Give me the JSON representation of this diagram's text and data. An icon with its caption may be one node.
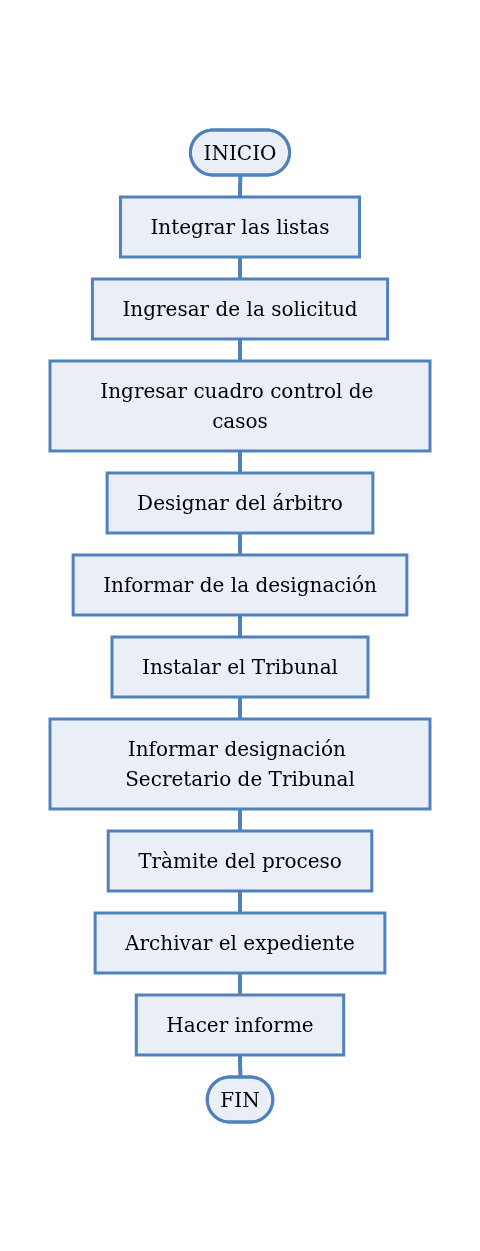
{
  "diagram": {
    "nodes": [
      {
        "text": [
          "INICIO"
        ]
      },
      {
        "text": [
          "Integrar las listas"
        ]
      },
      {
        "text": [
          "Ingresar de la solicitud"
        ]
      },
      {
        "text": [
          "Ingresar cuadro control de casos"
        ]
      },
      {
        "text": [
          "Designar del árbitro"
        ]
      },
      {
        "text": [
          "Informar de la designación"
        ]
      },
      {
        "text": [
          "Instalar el Tribunal"
        ]
      },
      {
        "text": [
          "Informar designación Secretario de Tribunal"
        ]
      },
      {
        "text": [
          "Tràmite del proceso"
        ]
      },
      {
        "text": [
          "Archivar el expediente"
        ]
      },
      {
        "text": [
          "Hacer informe"
        ]
      },
      {
        "text": [
          "FIN"
        ]
      }
    ],
    "edges": [
      {
        "from": 0,
        "to": 1,
        "arrow": "none"
      },
      {
        "from": 1,
        "to": 2,
        "arrow": "none"
      },
      {
        "from": 2,
        "to": 3,
        "arrow": "none"
      },
      {
        "from": 3,
        "to": 4,
        "arrow": "none"
      },
      {
        "from": 4,
        "to": 5,
        "arrow": "none"
      },
      {
        "from": 5,
        "to": 6,
        "arrow": "none"
      },
      {
        "from": 6,
        "to": 7,
        "arrow": "none"
      },
      {
        "from": 7,
        "to": 8,
        "arrow": "none"
      },
      {
        "from": 8,
        "to": 9,
        "arrow": "none"
      },
      {
        "from": 9,
        "to": 10,
        "arrow": "none"
      },
      {
        "from": 10,
        "to": 11,
        "arrow": "none"
      }
    ]
  }
}
